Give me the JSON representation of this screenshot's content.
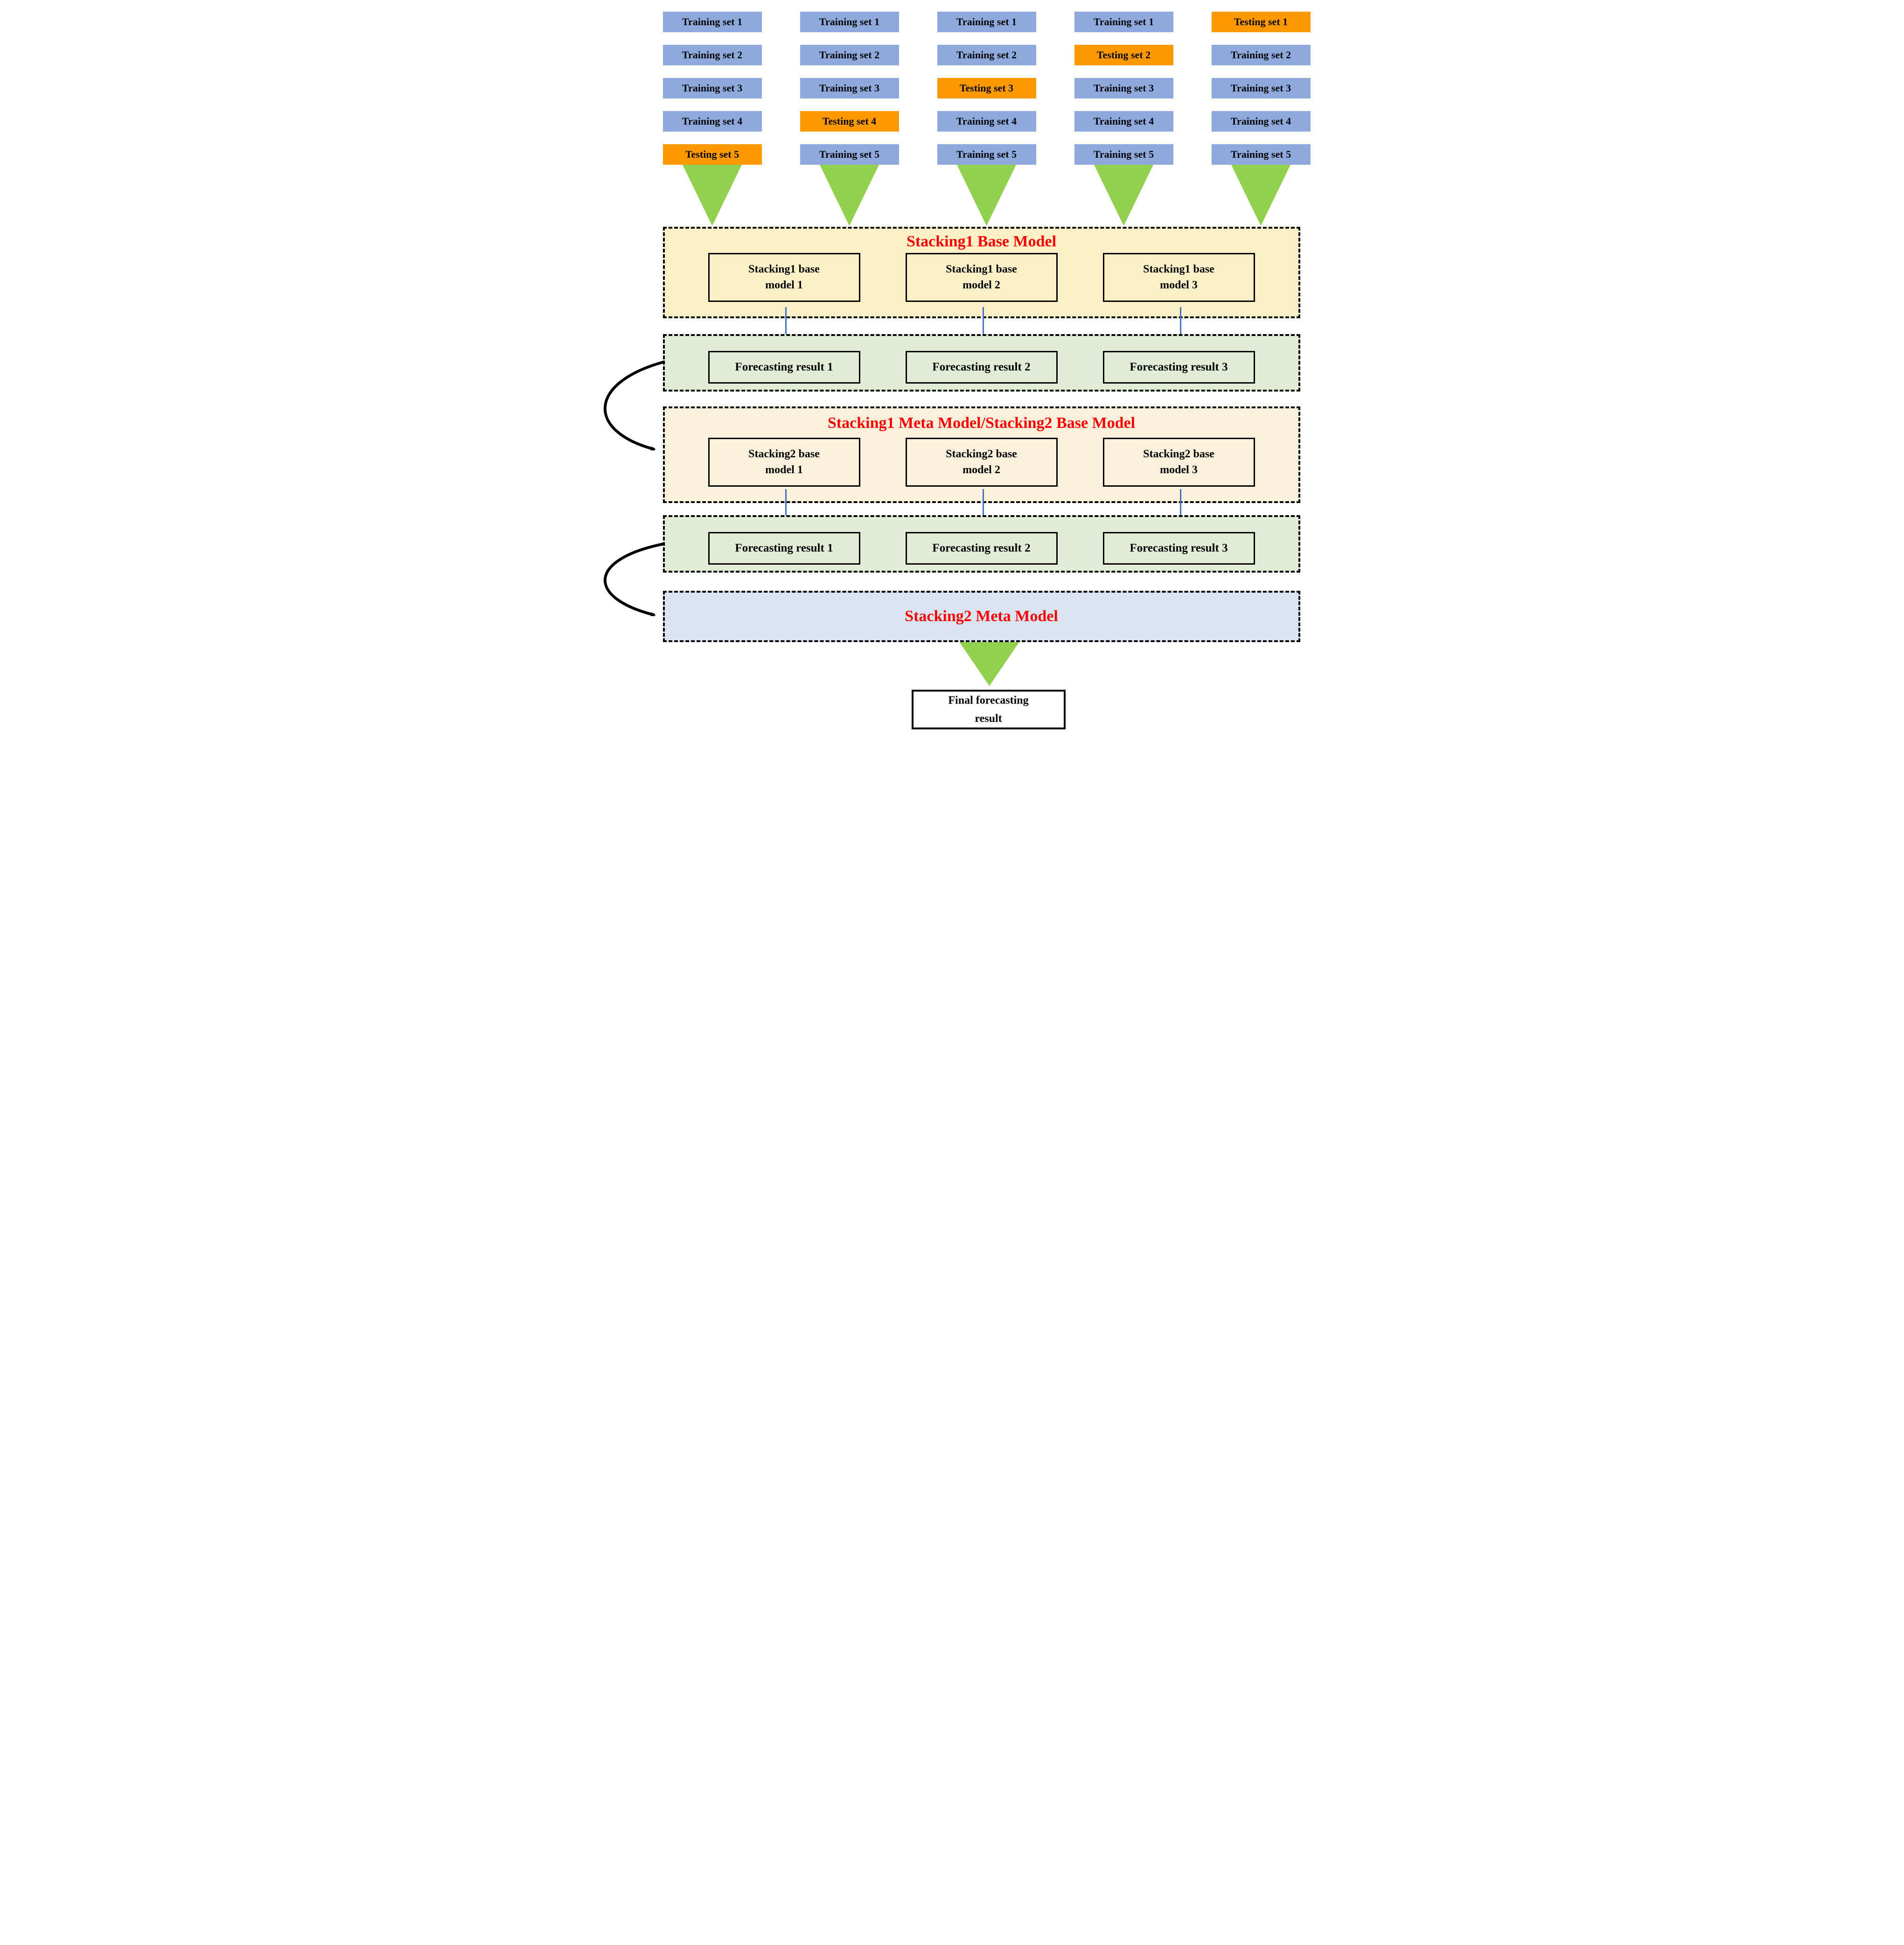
{
  "matrix": {
    "columns": [
      {
        "sets": [
          "Training set 1",
          "Training set 2",
          "Training set 3",
          "Training set 4",
          "Testing set 5"
        ]
      },
      {
        "sets": [
          "Training set 1",
          "Training set 2",
          "Training set 3",
          "Testing set 4",
          "Training set 5"
        ]
      },
      {
        "sets": [
          "Training set 1",
          "Training set 2",
          "Testing set 3",
          "Training set 4",
          "Training set 5"
        ]
      },
      {
        "sets": [
          "Training set 1",
          "Testing set 2",
          "Training set 3",
          "Training set 4",
          "Training set 5"
        ]
      },
      {
        "sets": [
          "Testing set 1",
          "Training set 2",
          "Training set 3",
          "Training set 4",
          "Training set 5"
        ]
      }
    ]
  },
  "sections": {
    "stacking1_base": {
      "title": "Stacking1 Base Model",
      "boxes": [
        {
          "line1": "Stacking1 base",
          "line2": "model 1"
        },
        {
          "line1": "Stacking1 base",
          "line2": "model 2"
        },
        {
          "line1": "Stacking1 base",
          "line2": "model 3"
        }
      ]
    },
    "forecast1": {
      "boxes": [
        "Forecasting result 1",
        "Forecasting result 2",
        "Forecasting result 3"
      ]
    },
    "stacking1_meta": {
      "title": "Stacking1 Meta Model/Stacking2 Base Model",
      "boxes": [
        {
          "line1": "Stacking2 base",
          "line2": "model 1"
        },
        {
          "line1": "Stacking2 base",
          "line2": "model 2"
        },
        {
          "line1": "Stacking2 base",
          "line2": "model 3"
        }
      ]
    },
    "forecast2": {
      "boxes": [
        "Forecasting result 1",
        "Forecasting result 2",
        "Forecasting result 3"
      ]
    },
    "stacking2_meta": {
      "title": "Stacking2 Meta Model"
    },
    "final": {
      "line1": "Final forecasting",
      "line2": "result"
    }
  },
  "colors": {
    "training_box": "#8EA9DB",
    "testing_box": "#FF9900",
    "funnel_triangle": "#92D050",
    "section1_fill": "#FCF0C9",
    "section2_fill": "#FAF0DC",
    "forecast_fill": "#E2EDD7",
    "meta2_fill": "#DBE5F2",
    "section_title": "#FF0000",
    "blue_arrow": "#4472C4",
    "black_arrow": "#000000"
  }
}
